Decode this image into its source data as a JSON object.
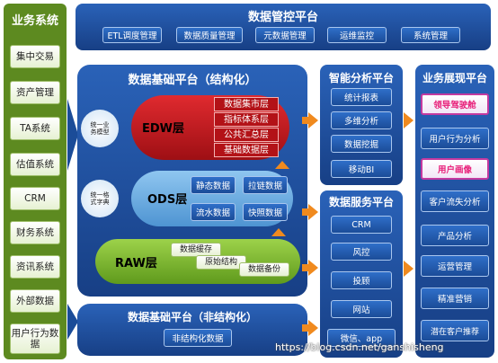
{
  "business_systems": {
    "title": "业务系统",
    "items": [
      "集中交易",
      "资产管理",
      "TA系统",
      "估值系统",
      "CRM",
      "财务系统",
      "资讯系统",
      "外部数据",
      "用户行为数据"
    ]
  },
  "governance": {
    "title": "数据管控平台",
    "items": [
      "ETL调度管理",
      "数据质量管理",
      "元数据管理",
      "运维监控",
      "系统管理"
    ]
  },
  "structured": {
    "title": "数据基础平台（结构化）",
    "edw": {
      "label": "EDW层",
      "items": [
        "数据集市层",
        "指标体系层",
        "公共汇总层",
        "基础数据层"
      ],
      "tag": "统一业务模型"
    },
    "ods": {
      "label": "ODS层",
      "items": [
        "静态数据",
        "拉链数据",
        "流水数据",
        "快照数据"
      ],
      "tag": "统一格式字典"
    },
    "raw": {
      "label": "RAW层",
      "items": [
        "数据缓存",
        "原始结构",
        "数据备份"
      ]
    }
  },
  "unstructured": {
    "title": "数据基础平台（非结构化）",
    "item": "非结构化数据"
  },
  "analysis": {
    "title": "智能分析平台",
    "items": [
      "统计报表",
      "多维分析",
      "数据挖掘",
      "移动BI"
    ]
  },
  "service": {
    "title": "数据服务平台",
    "items": [
      "CRM",
      "风控",
      "投顾",
      "网站",
      "微信、app"
    ]
  },
  "display": {
    "title": "业务展现平台",
    "items": [
      "领导驾驶舱",
      "用户行为分析",
      "用户画像",
      "客户流失分析",
      "产品分析",
      "运营管理",
      "精准营销",
      "潜在客户推荐"
    ]
  },
  "watermark": "https://blog.csdn.net/ganshisheng",
  "colors": {
    "accent_orange": "#f08a1e",
    "edw_red": "#c0161c",
    "ods_blue": "#5ea6e0",
    "raw_green": "#7bbf2a",
    "highlight_pink": "#e8207a"
  }
}
